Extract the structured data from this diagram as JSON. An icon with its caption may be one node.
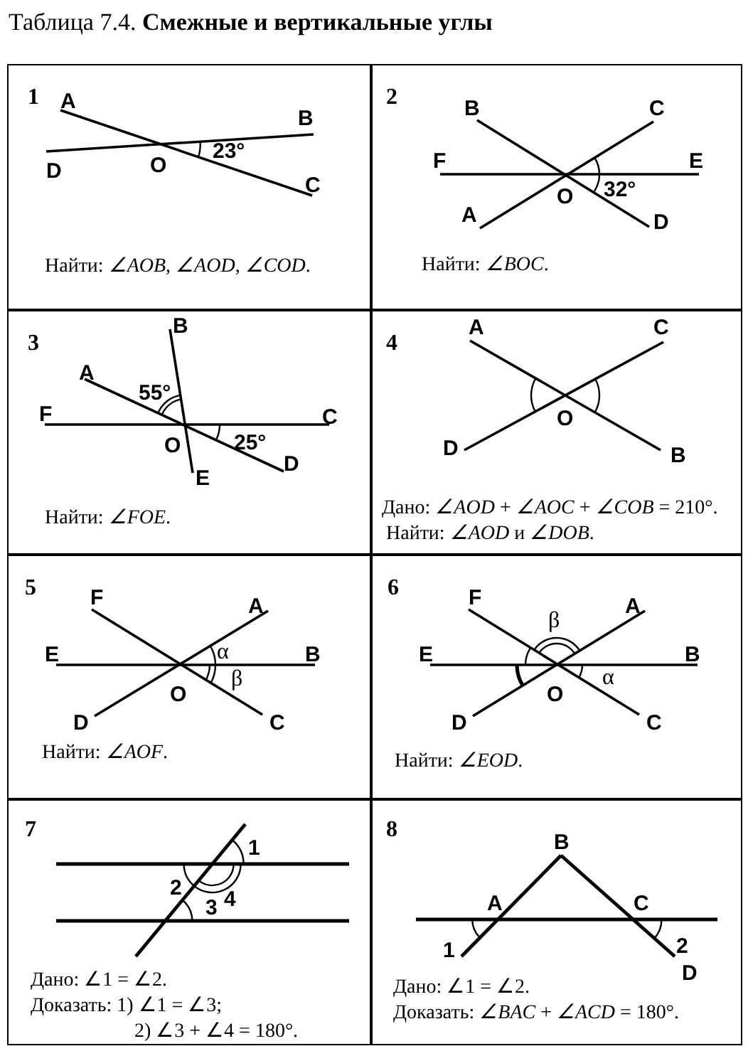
{
  "diagram": {
    "title": "Таблица 7.4. **Смежные и вертикальные углы**",
    "nodes": [
      {
        "text": [
          "1",
          "A",
          "B",
          "D",
          "O",
          "C",
          "23°",
          "Найти: *∠AOB*, *∠AOD*, *∠COD*."
        ]
      },
      {
        "text": [
          "2",
          "B",
          "C",
          "F",
          "E",
          "O",
          "32°",
          "A",
          "D",
          "Найти: *∠BOC*."
        ]
      },
      {
        "text": [
          "3",
          "B",
          "A",
          "55°",
          "F",
          "C",
          "O",
          "25°",
          "E",
          "D",
          "Найти: *∠FOE*."
        ]
      },
      {
        "text": [
          "4",
          "A",
          "C",
          "O",
          "D",
          "B",
          "Дано: *∠AOD* + *∠AOC* + *∠COB* = 210°.",
          "Найти: *∠AOD* и *∠DOB*."
        ]
      },
      {
        "text": [
          "5",
          "F",
          "A",
          "E",
          "B",
          "α",
          "O",
          "β",
          "D",
          "C",
          "Найти: *∠AOF*."
        ]
      },
      {
        "text": [
          "6",
          "F",
          "A",
          "β",
          "E",
          "B",
          "O",
          "α",
          "D",
          "C",
          "Найти: *∠EOD*."
        ]
      },
      {
        "text": [
          "7",
          "1",
          "2",
          "4",
          "3",
          "Дано: ∠1 = ∠2.",
          "Доказать: 1) ∠1 = ∠3;",
          "2) ∠3 + ∠4 = 180°."
        ]
      },
      {
        "text": [
          "8",
          "B",
          "A",
          "C",
          "1",
          "2",
          "D",
          "Дано: ∠1 = ∠2.",
          "Доказать: *∠BAC* + *∠ACD* = 180°."
        ]
      }
    ]
  }
}
